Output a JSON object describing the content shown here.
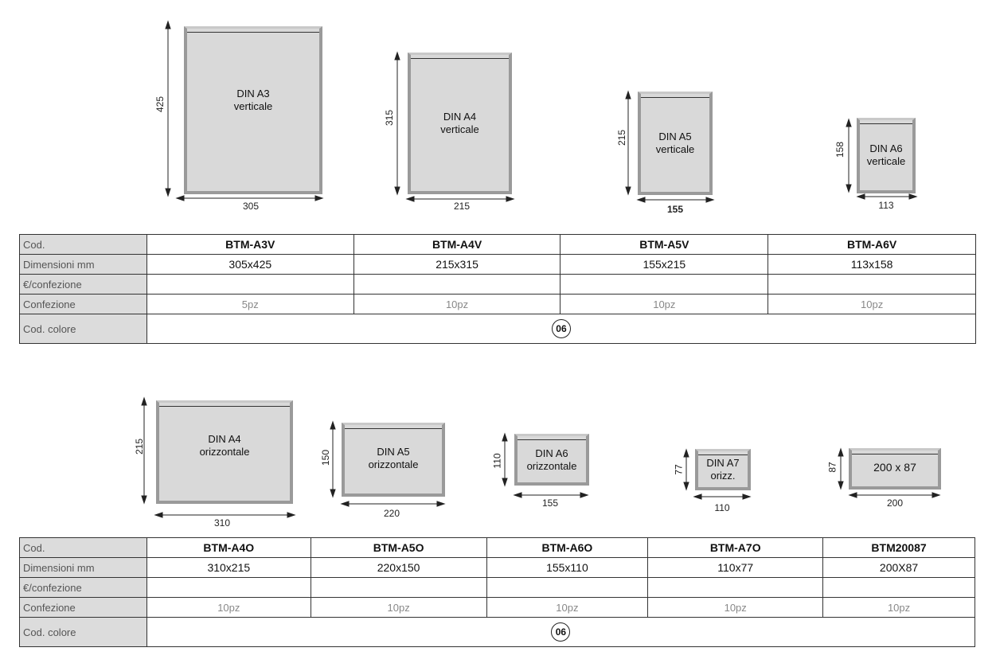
{
  "vertical": {
    "frames": [
      {
        "name": "DIN A3",
        "orient": "verticale",
        "w": "305",
        "h": "425"
      },
      {
        "name": "DIN A4",
        "orient": "verticale",
        "w": "215",
        "h": "315"
      },
      {
        "name": "DIN A5",
        "orient": "verticale",
        "w": "155",
        "h": "215"
      },
      {
        "name": "DIN A6",
        "orient": "verticale",
        "w": "113",
        "h": "158"
      }
    ],
    "table": {
      "labels": {
        "code": "Cod.",
        "dims": "Dimensioni mm",
        "price": "€/confezione",
        "pack": "Confezione",
        "color": "Cod. colore"
      },
      "codes": [
        "BTM-A3V",
        "BTM-A4V",
        "BTM-A5V",
        "BTM-A6V"
      ],
      "dims": [
        "305x425",
        "215x315",
        "155x215",
        "113x158"
      ],
      "pack": [
        "5pz",
        "10pz",
        "10pz",
        "10pz"
      ],
      "color_code": "06"
    }
  },
  "horizontal": {
    "frames": [
      {
        "name": "DIN A4",
        "orient": "orizzontale",
        "w": "310",
        "h": "215"
      },
      {
        "name": "DIN A5",
        "orient": "orizzontale",
        "w": "220",
        "h": "150"
      },
      {
        "name": "DIN A6",
        "orient": "orizzontale",
        "w": "155",
        "h": "110"
      },
      {
        "name": "DIN A7",
        "orient": "orizz.",
        "w": "110",
        "h": "77"
      },
      {
        "name": "200 x 87",
        "orient": "",
        "w": "200",
        "h": "87"
      }
    ],
    "table": {
      "labels": {
        "code": "Cod.",
        "dims": "Dimensioni mm",
        "price": "€/confezione",
        "pack": "Confezione",
        "color": "Cod. colore"
      },
      "codes": [
        "BTM-A4O",
        "BTM-A5O",
        "BTM-A6O",
        "BTM-A7O",
        "BTM20087"
      ],
      "dims": [
        "310x215",
        "220x150",
        "155x110",
        "110x77",
        "200X87"
      ],
      "pack": [
        "10pz",
        "10pz",
        "10pz",
        "10pz",
        "10pz"
      ],
      "color_code": "06"
    }
  }
}
